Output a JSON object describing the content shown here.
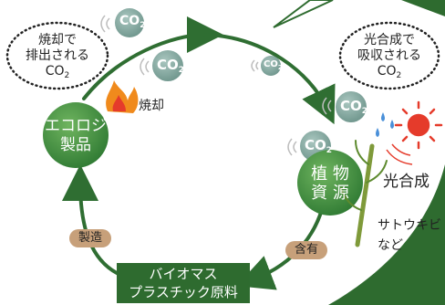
{
  "bubbles": {
    "left": {
      "line1": "焼却で",
      "line2": "排出される",
      "co2": "CO",
      "co2_sub": "2"
    },
    "right": {
      "line1": "光合成で",
      "line2": "吸収される",
      "co2": "CO",
      "co2_sub": "2"
    }
  },
  "co2_badge": {
    "text": "CO",
    "sub": "2"
  },
  "labels": {
    "burn": "焼却",
    "photosynthesis": "光合成",
    "sugarcane_line1": "サトウキビ",
    "sugarcane_line2": "など"
  },
  "nodes": {
    "eco": {
      "line1": "エコロジ",
      "line2": "製品"
    },
    "plant": {
      "line1": "植 物",
      "line2": "資 源"
    }
  },
  "pills": {
    "manufacture": "製造",
    "contain": "含有"
  },
  "banner": {
    "line1": "バイオマス",
    "line2": "プラスチック原料"
  },
  "colors": {
    "green_dark": "#2e6b2f",
    "green_node": "#3c8a3e",
    "arrow": "#2f6e32",
    "pill": "#c7a07a",
    "co2_badge": "#7ea39b",
    "sun": "#e53b2b",
    "water": "#4a90d9",
    "flame": "#f08a1c"
  }
}
